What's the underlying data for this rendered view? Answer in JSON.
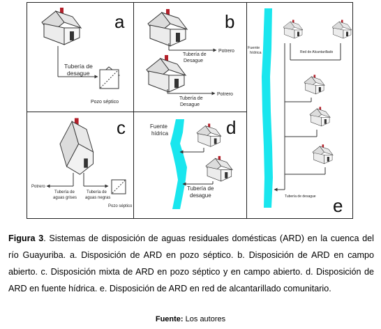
{
  "panels": {
    "a": {
      "letter": "a",
      "pipe_label_1": "Tubería de",
      "pipe_label_2": "desague",
      "septic_label": "Pozo séptico"
    },
    "b": {
      "letter": "b",
      "pipe1_label_1": "Tubería de",
      "pipe1_label_2": "Desague",
      "dest1": "Potrero",
      "pipe2_label_1": "Tubería de",
      "pipe2_label_2": "Desague",
      "dest2": "Potrero"
    },
    "c": {
      "letter": "c",
      "dest": "Potrero",
      "grey_1": "Tubería de",
      "grey_2": "aguas grises",
      "black_1": "Tubería de",
      "black_2": "aguas negras",
      "septic_label": "Pozo séptico"
    },
    "d": {
      "letter": "d",
      "water_1": "Fuente",
      "water_2": "hídrica",
      "pipe_1": "Tubería de",
      "pipe_2": "desague"
    },
    "e": {
      "letter": "e",
      "water_1": "Fuente",
      "water_2": "hídrica",
      "network_label": "Red de Alcantarillado",
      "pipe_label": "Tubería de desague"
    }
  },
  "caption": {
    "label": "Figura 3",
    "text": ". Sistemas de disposición de aguas residuales domésticas (ARD) en la cuenca del río Guayuriba. a. Disposición de ARD en pozo séptico. b. Disposición de ARD en campo abierto. c. Disposición mixta de ARD en pozo séptico y en campo abierto. d. Disposición de ARD en fuente hídrica. e. Disposición de ARD en red de alcantarillado  comunitario."
  },
  "source": {
    "label": "Fuente:",
    "text": " Los autores"
  },
  "colors": {
    "water": "#19e6ee",
    "roof": "#e0e0e0",
    "wall": "#f4f4f4",
    "chimney": "#b3202a"
  }
}
